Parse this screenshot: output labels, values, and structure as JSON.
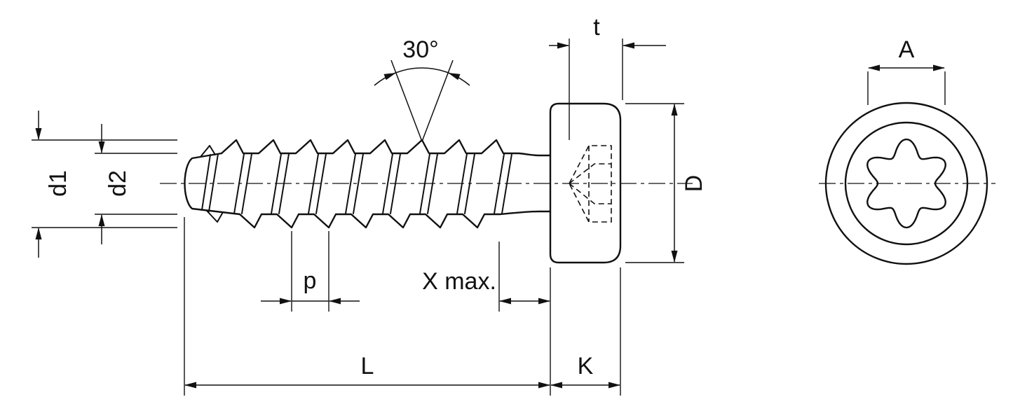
{
  "drawing": {
    "background": "#ffffff",
    "line_color": "#111111",
    "labels": {
      "d1": "d1",
      "d2": "d2",
      "angle": "30°",
      "t": "t",
      "A": "A",
      "D": "D",
      "p": "p",
      "x_max": "X max.",
      "L": "L",
      "K": "K"
    }
  }
}
